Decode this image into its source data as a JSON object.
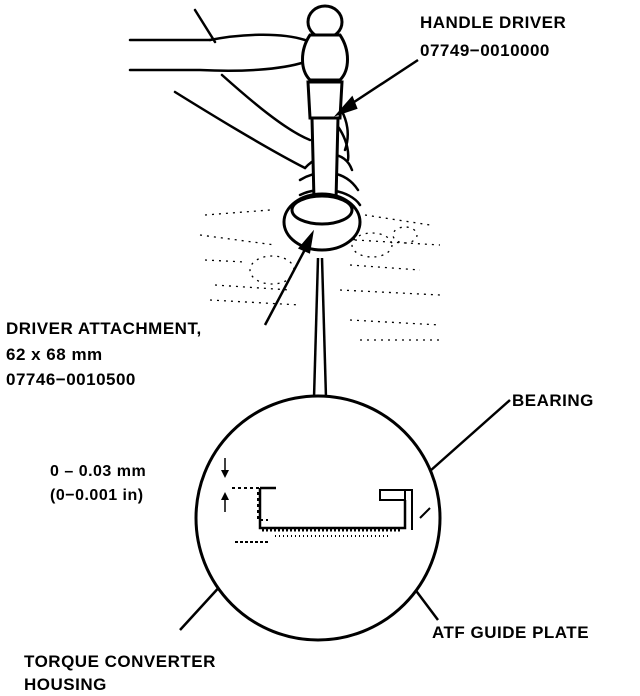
{
  "labels": {
    "handle_driver": {
      "name": "HANDLE DRIVER",
      "part": "07749−0010000"
    },
    "driver_attachment": {
      "name": "DRIVER ATTACHMENT,",
      "size": "62 x 68 mm",
      "part": "07746−0010500"
    },
    "bearing": "BEARING",
    "clearance": {
      "mm": "0 – 0.03 mm",
      "inch": "(0−0.001 in)"
    },
    "atf_guide_plate": "ATF GUIDE PLATE",
    "torque_converter_housing": {
      "line1": "TORQUE CONVERTER",
      "line2": "HOUSING"
    }
  }
}
